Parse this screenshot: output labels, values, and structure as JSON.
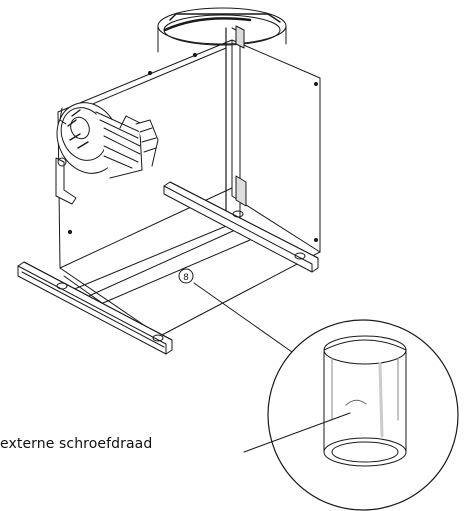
{
  "diagram": {
    "callout_label": "externe schroefdraad",
    "marker_label": "8",
    "colors": {
      "line": "#1a1a1a",
      "background": "#ffffff",
      "hatch": "#333333"
    },
    "icons": [
      "fan-housing",
      "motor",
      "mounting-rail",
      "detail-magnifier"
    ]
  }
}
